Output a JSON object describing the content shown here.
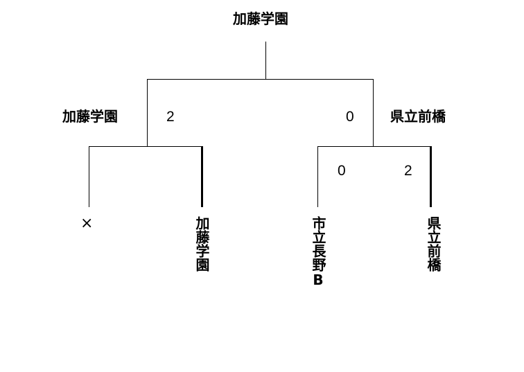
{
  "bracket": {
    "champion": "加藤学園",
    "final": {
      "left_team": "加藤学園",
      "left_score": "2",
      "right_team": "県立前橋",
      "right_score": "0"
    },
    "semi_left": {
      "team_a_mark": "×",
      "team_b": "加藤学園"
    },
    "semi_right": {
      "team_a": "市立長野B",
      "team_a_score": "0",
      "team_b": "県立前橋",
      "team_b_score": "2"
    }
  }
}
